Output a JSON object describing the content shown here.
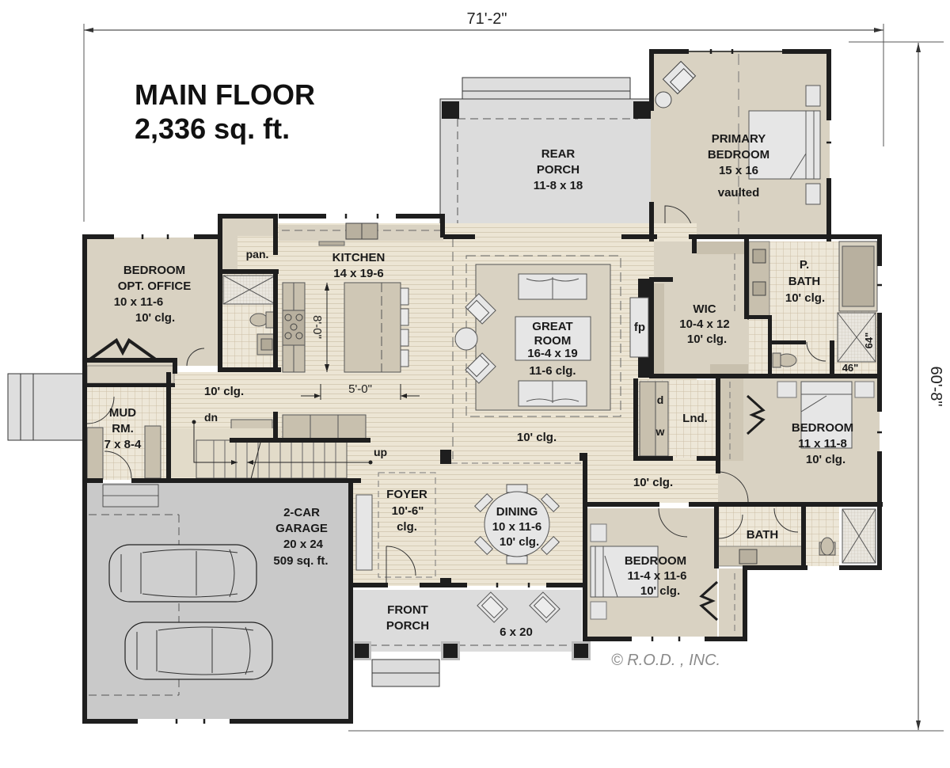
{
  "title": {
    "floor_name": "MAIN FLOOR",
    "area": "2,336 sq. ft."
  },
  "dimensions": {
    "overall_width": "71'-2\"",
    "overall_depth": "60'-8\"",
    "kitchen_counter_run": "8'-0\"",
    "kitchen_aisle": "5'-0\"",
    "shower_depth": "64\"",
    "shower_width": "46\""
  },
  "colors": {
    "wall": "#1e1e1e",
    "room_fill": "#d9d2c2",
    "wood_floor": "#ece5d4",
    "porch_fill": "#dcdcdc",
    "garage_fill": "#c9c9c9",
    "furniture": "#e6e6e6",
    "cabinet": "#b8b09f",
    "tile": "#ede7d8"
  },
  "rooms": {
    "rear_porch": {
      "name_1": "REAR",
      "name_2": "PORCH",
      "size": "11-8 x 18"
    },
    "primary_bedroom": {
      "name_1": "PRIMARY",
      "name_2": "BEDROOM",
      "size": "15 x 16",
      "ceiling": "vaulted"
    },
    "bedroom_office": {
      "name_1": "BEDROOM",
      "name_2": "OPT. OFFICE",
      "size": "10 x 11-6",
      "ceiling": "10' clg."
    },
    "pantry": {
      "name": "pan."
    },
    "kitchen": {
      "name": "KITCHEN",
      "size": "14 x 19-6"
    },
    "great_room": {
      "name_1": "GREAT",
      "name_2": "ROOM",
      "size": "16-4 x 19",
      "ceiling": "11-6 clg."
    },
    "fireplace": {
      "name": "fp"
    },
    "wic": {
      "name": "WIC",
      "size": "10-4 x 12",
      "ceiling": "10' clg."
    },
    "primary_bath": {
      "name_1": "P.",
      "name_2": "BATH",
      "ceiling": "10' clg."
    },
    "hall_ceiling": {
      "ceiling": "10' clg."
    },
    "mud_room": {
      "name_1": "MUD",
      "name_2": "RM.",
      "size": "7 x 8-4"
    },
    "stairs": {
      "down": "dn",
      "up": "up"
    },
    "laundry": {
      "name": "Lnd.",
      "dryer": "d",
      "washer": "w"
    },
    "bedroom_2": {
      "name": "BEDROOM",
      "size": "11 x 11-8",
      "ceiling": "10' clg."
    },
    "great_room_lower": {
      "ceiling": "10' clg."
    },
    "bedroom_hall": {
      "ceiling": "10' clg."
    },
    "garage": {
      "name_1": "2-CAR",
      "name_2": "GARAGE",
      "size": "20 x 24",
      "area": "509 sq. ft."
    },
    "foyer": {
      "name": "FOYER",
      "ceiling_1": "10'-6\"",
      "ceiling_2": "clg."
    },
    "dining": {
      "name": "DINING",
      "size": "10 x 11-6",
      "ceiling": "10' clg."
    },
    "bath": {
      "name": "BATH"
    },
    "bedroom_3": {
      "name": "BEDROOM",
      "size": "11-4 x 11-6",
      "ceiling": "10' clg."
    },
    "front_porch": {
      "name_1": "FRONT",
      "name_2": "PORCH",
      "size": "6 x 20"
    }
  },
  "copyright": "© R.O.D. , INC."
}
